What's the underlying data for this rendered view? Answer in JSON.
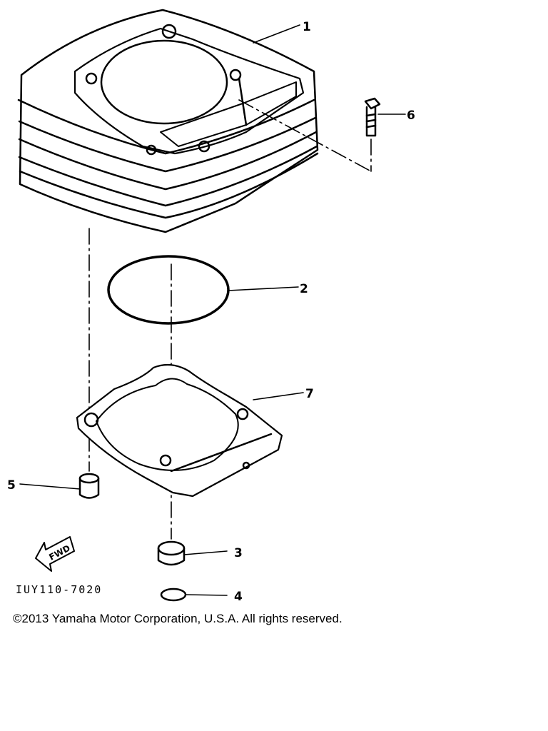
{
  "diagram": {
    "callouts": {
      "cylinder": "1",
      "o_ring": "2",
      "dowel_pin_front": "3",
      "small_o_ring": "4",
      "dowel_pin_left": "5",
      "bolt": "6",
      "cylinder_gasket": "7"
    },
    "fwd_label": "FWD",
    "part_code": "IUY110-7020"
  },
  "footer": {
    "copyright": "©2013 Yamaha Motor Corporation, U.S.A. All rights reserved."
  }
}
